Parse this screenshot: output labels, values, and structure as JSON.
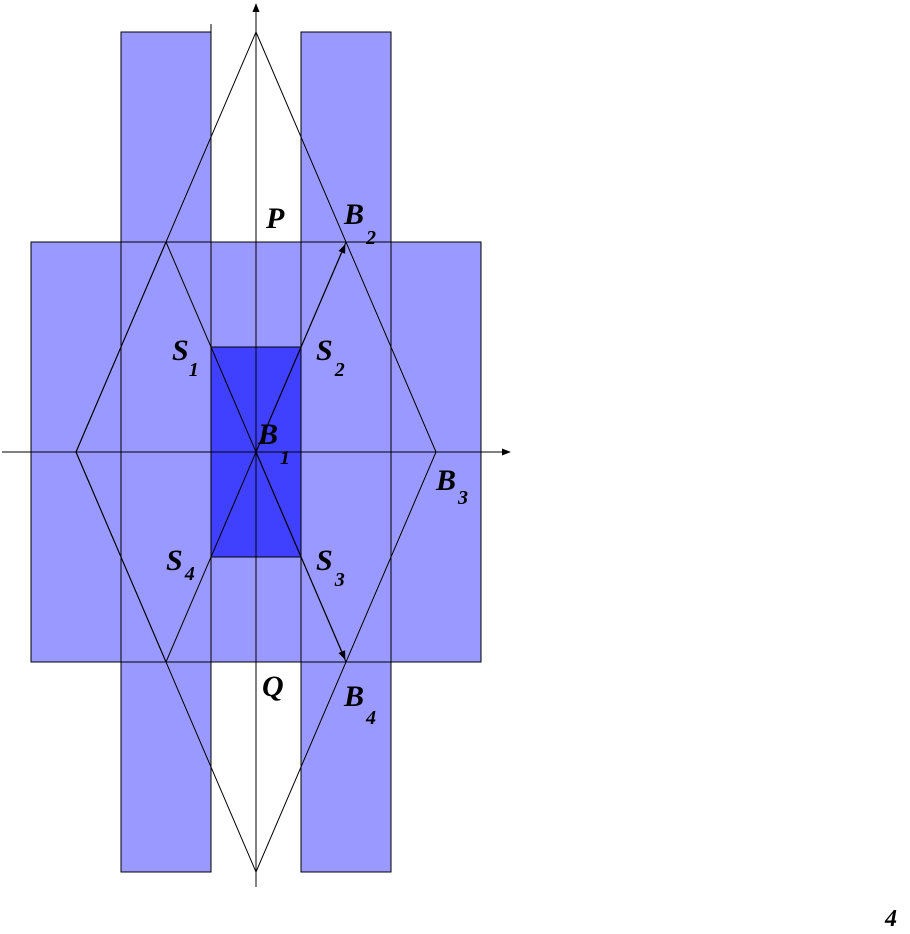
{
  "colors": {
    "light_fill": "#9999ff",
    "dark_fill": "#4040ff",
    "line": "#000000"
  },
  "labels": {
    "P": "P",
    "Q": "Q",
    "B1": {
      "base": "B",
      "sub": "1"
    },
    "B2": {
      "base": "B",
      "sub": "2"
    },
    "B3": {
      "base": "B",
      "sub": "3"
    },
    "B4": {
      "base": "B",
      "sub": "4"
    },
    "S1": {
      "base": "S",
      "sub": "1"
    },
    "S2": {
      "base": "S",
      "sub": "2"
    },
    "S3": {
      "base": "S",
      "sub": "3"
    },
    "S4": {
      "base": "S",
      "sub": "4"
    }
  },
  "page_number": "4"
}
